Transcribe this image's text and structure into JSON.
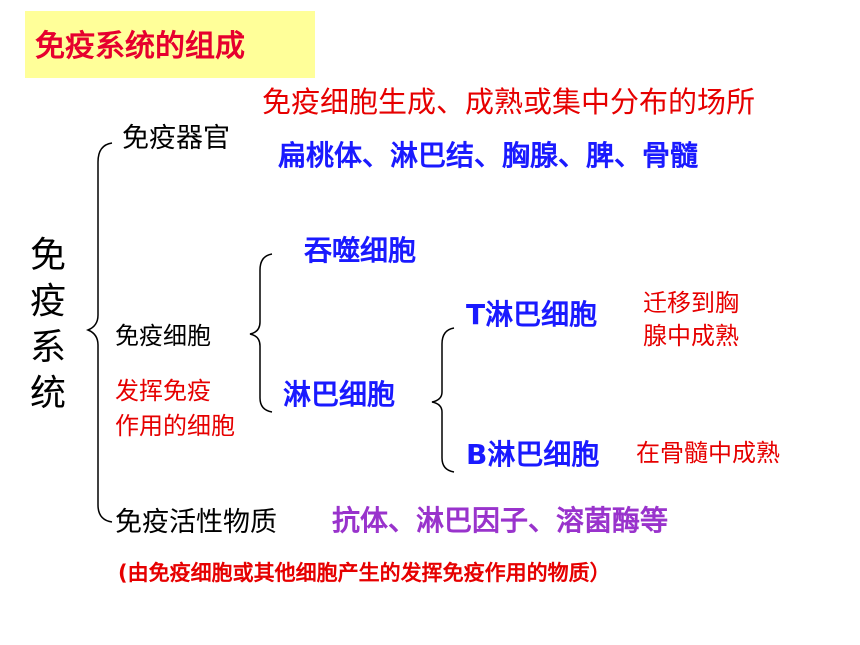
{
  "title": "免疫系统的组成",
  "root": [
    "免",
    "疫",
    "系",
    "统"
  ],
  "organs": {
    "label": "免疫器官",
    "description": "免疫细胞生成、成熟或集中分布的场所",
    "examples": "扁桃体、淋巴结、胸腺、脾、骨髓"
  },
  "cells": {
    "label": "免疫细胞",
    "note_lines": [
      "发挥免疫",
      "作用的细胞"
    ],
    "phagocyte": "吞噬细胞",
    "lymphocyte": "淋巴细胞",
    "t_cell": "T淋巴细胞",
    "t_note_lines": [
      "迁移到胸",
      "腺中成熟"
    ],
    "b_cell": "B淋巴细胞",
    "b_note": "在骨髓中成熟"
  },
  "substances": {
    "label": "免疫活性物质",
    "examples": "抗体、淋巴因子、溶菌酶等",
    "note": "(由免疫细胞或其他细胞产生的发挥免疫作用的物质）"
  },
  "colors": {
    "title_bg": "#ffff99",
    "red": "#e60000",
    "blue": "#1a1aff",
    "purple": "#9933cc"
  }
}
